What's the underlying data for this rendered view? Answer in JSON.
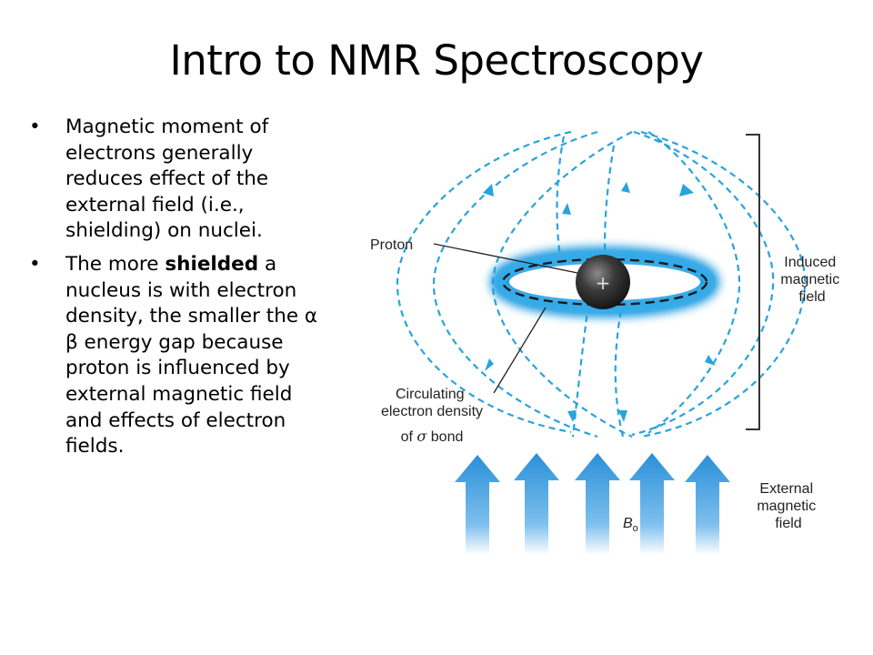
{
  "slide": {
    "title": "Intro to NMR Spectroscopy",
    "bullet_marker": "•",
    "bullets": [
      {
        "text": "Magnetic moment of electrons generally reduces effect of the external field (i.e., shielding) on nuclei."
      },
      {
        "pre": "The more ",
        "bold": "shielded",
        "post": " a nucleus is with electron density, the smaller the α  β energy gap because proton is influenced by external magnetic field and effects of electron fields."
      }
    ]
  },
  "figure": {
    "labels": {
      "proton": "Proton",
      "proton_symbol": "+",
      "induced": [
        "Induced",
        "magnetic",
        "field"
      ],
      "circulating": [
        "Circulating",
        "electron density"
      ],
      "sigma_prefix": "of ",
      "sigma_symbol": "σ",
      "sigma_suffix": " bond",
      "external": [
        "External",
        "magnetic",
        "field"
      ],
      "b_symbol": "B",
      "b_subscript": "o"
    },
    "colors": {
      "field_lines": "#29a3dc",
      "ring_glow": "#1a9ae0",
      "ring_dash": "#1a1a1a",
      "proton_ball": "#333333",
      "arrow_top": "#2a8fd8",
      "arrow_bottom": "#ffffff"
    }
  }
}
